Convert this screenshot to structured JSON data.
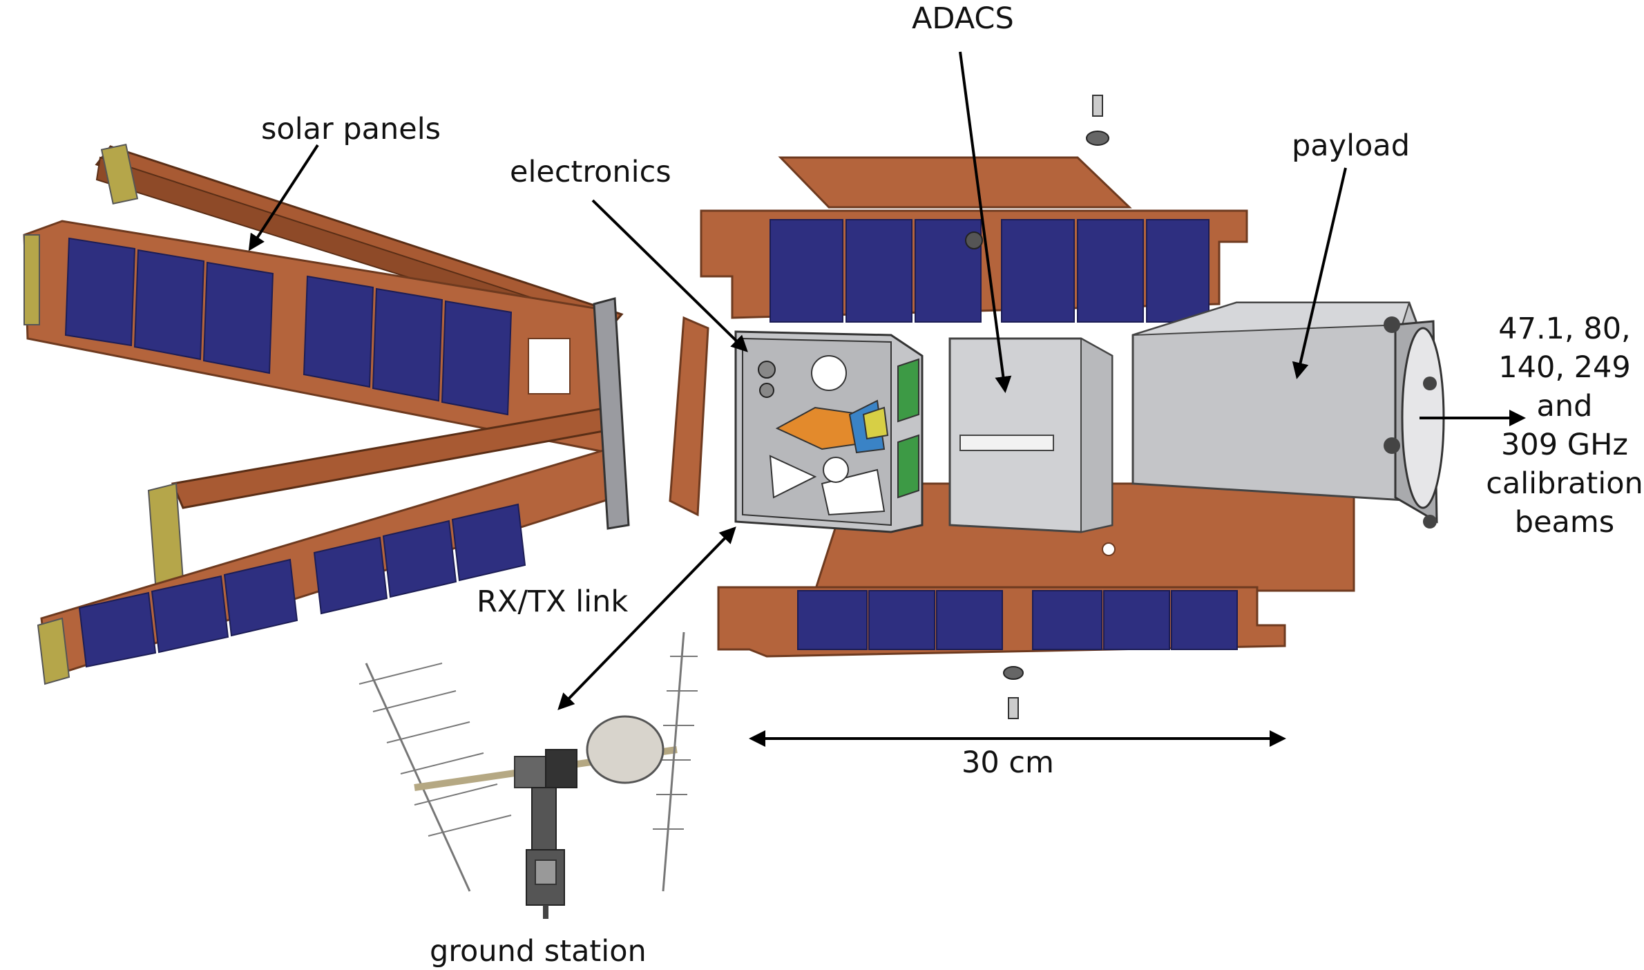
{
  "labels": {
    "adacs": "ADACS",
    "solar_panels": "solar panels",
    "electronics": "electronics",
    "payload": "payload",
    "rx_tx_link": "RX/TX link",
    "ground_station": "ground station",
    "length": "30 cm"
  },
  "beams_lines": [
    "47.1, 80,",
    "140, 249",
    "and",
    "309 GHz",
    "calibration",
    "beams"
  ],
  "colors": {
    "panel_copper": "#b4643c",
    "panel_edge": "#6e3a1f",
    "solar_cell": "#2e2f80",
    "chassis_grey": "#c4c5c8",
    "hinge_gold": "#b5a64a",
    "arrow": "#000000"
  }
}
